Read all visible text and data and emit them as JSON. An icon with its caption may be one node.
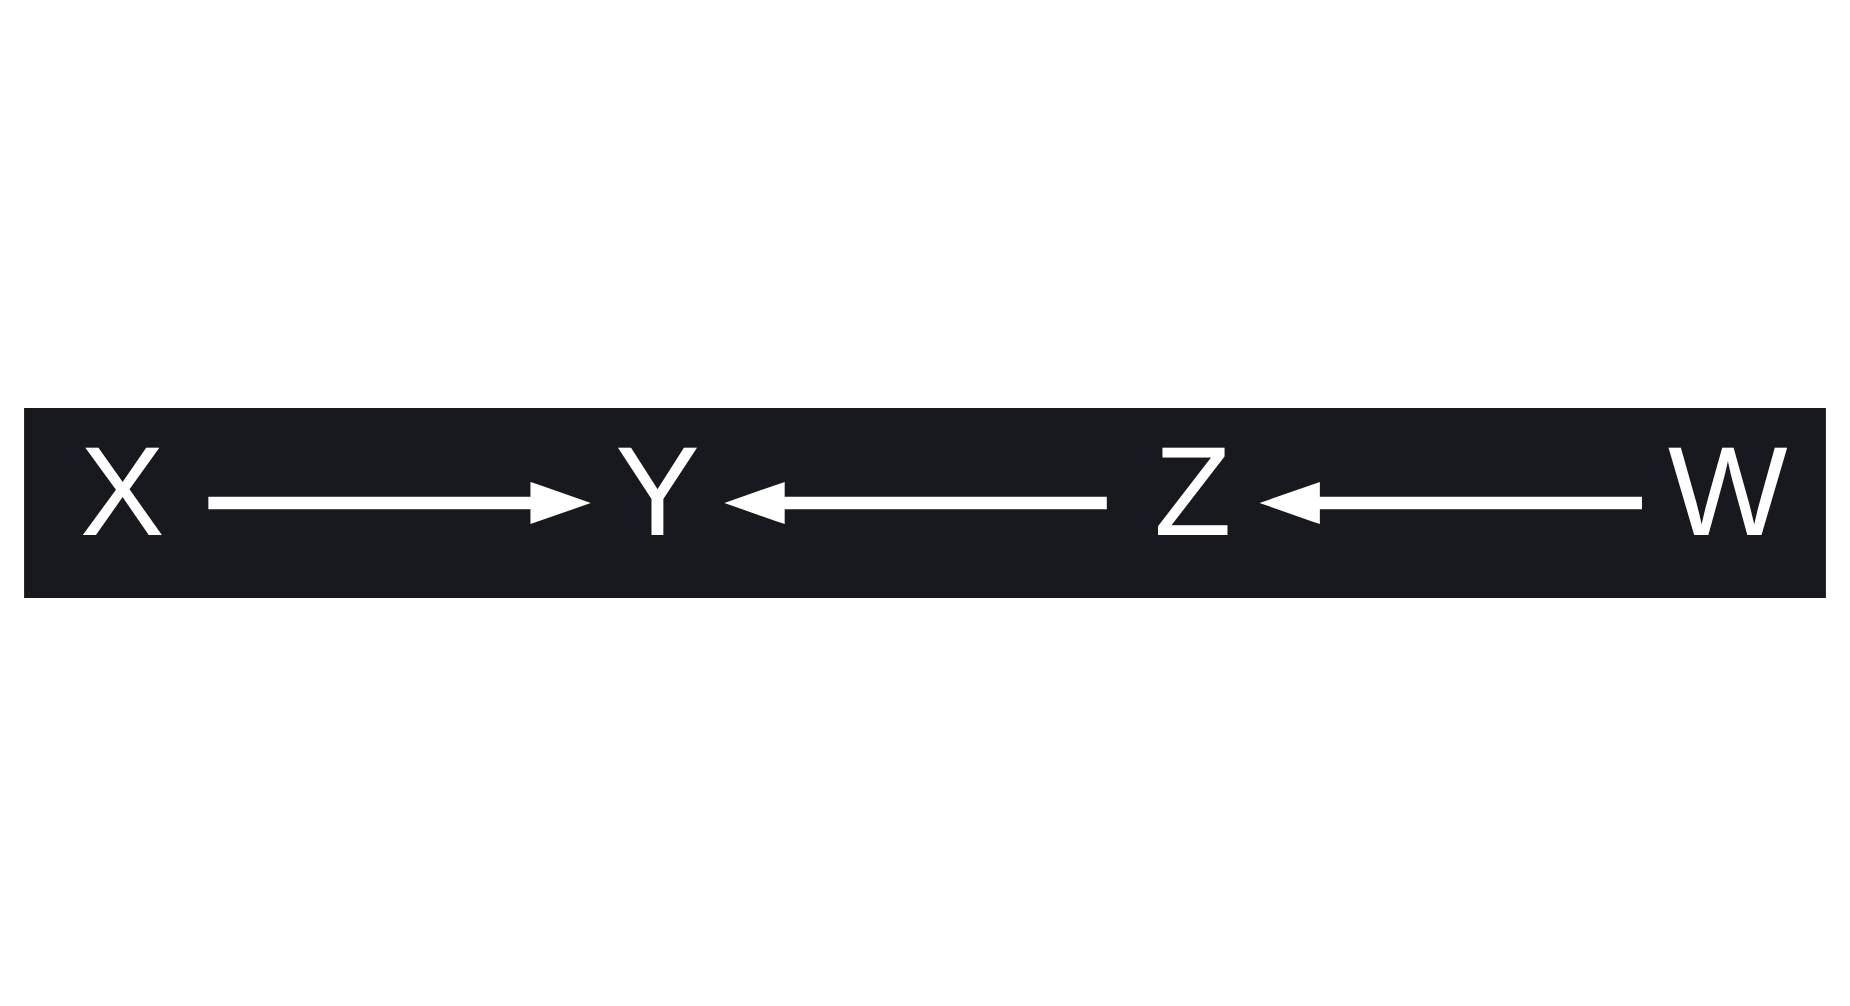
{
  "diagram": {
    "nodes": [
      {
        "text": [
          "X"
        ]
      },
      {
        "text": [
          "Y"
        ]
      },
      {
        "text": [
          "Z"
        ]
      },
      {
        "text": [
          "W"
        ]
      }
    ],
    "edges": [
      {
        "from": 0,
        "to": 1,
        "arrow": "to"
      },
      {
        "from": 2,
        "to": 1,
        "arrow": "to"
      },
      {
        "from": 3,
        "to": 2,
        "arrow": "to"
      }
    ]
  }
}
